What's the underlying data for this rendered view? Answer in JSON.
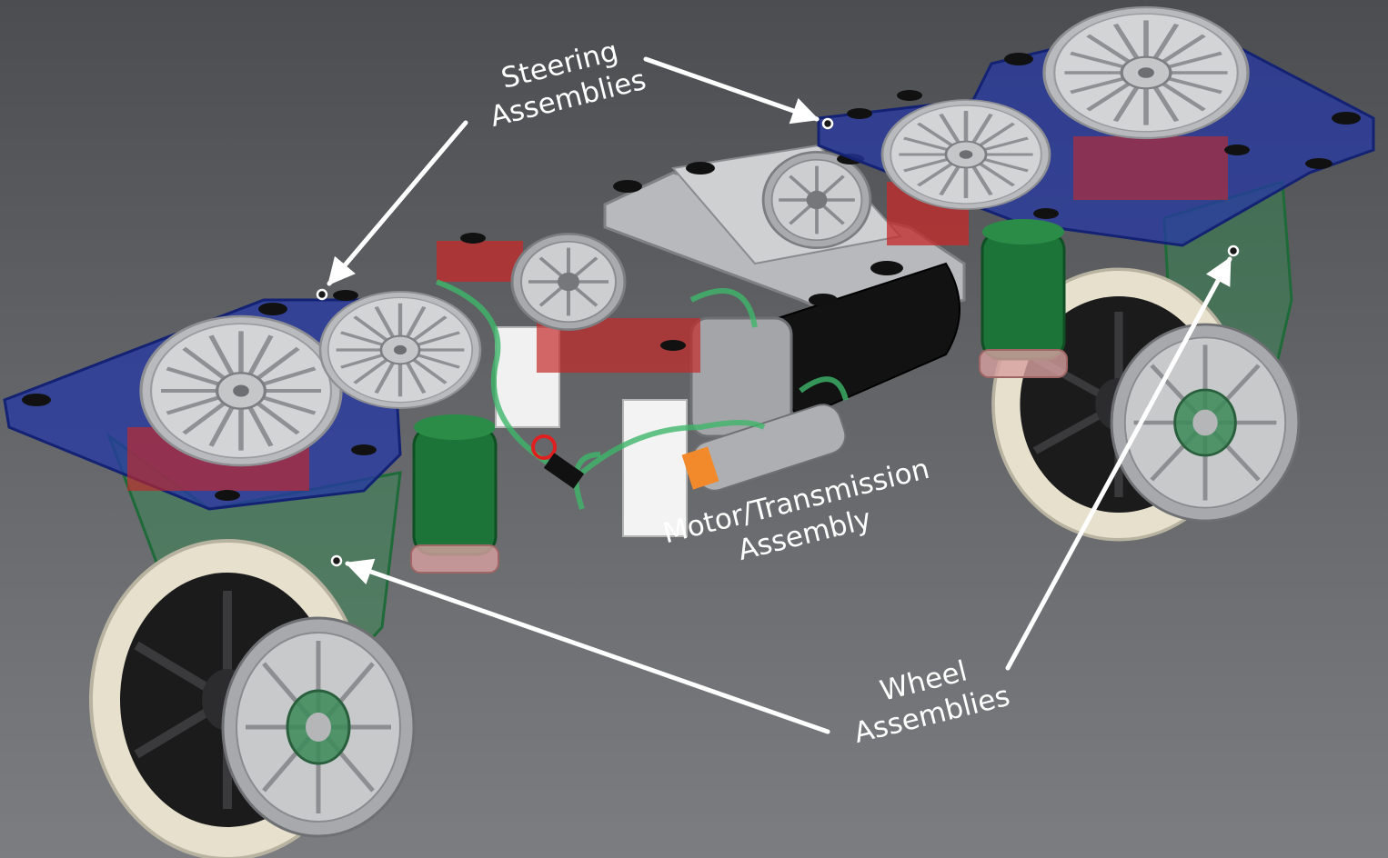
{
  "labels": {
    "steering": {
      "line1": "Steering",
      "line2": "Assemblies"
    },
    "motor": {
      "line1": "Motor/Transmission",
      "line2": "Assembly"
    },
    "wheel": {
      "line1": "Wheel",
      "line2": "Assemblies"
    }
  },
  "colors": {
    "background_top": "#4b4d50",
    "background_bottom": "#7b7d80",
    "frame_blue": "#2438a8",
    "bracket_red": "#c42a2a",
    "motor_green": "#1e7a3a",
    "pulley_gray": "#c9cacc",
    "tire_cream": "#e8e2cf",
    "hub_black": "#1a1a1a",
    "motor_black": "#111111",
    "annotation_white": "#ffffff"
  }
}
